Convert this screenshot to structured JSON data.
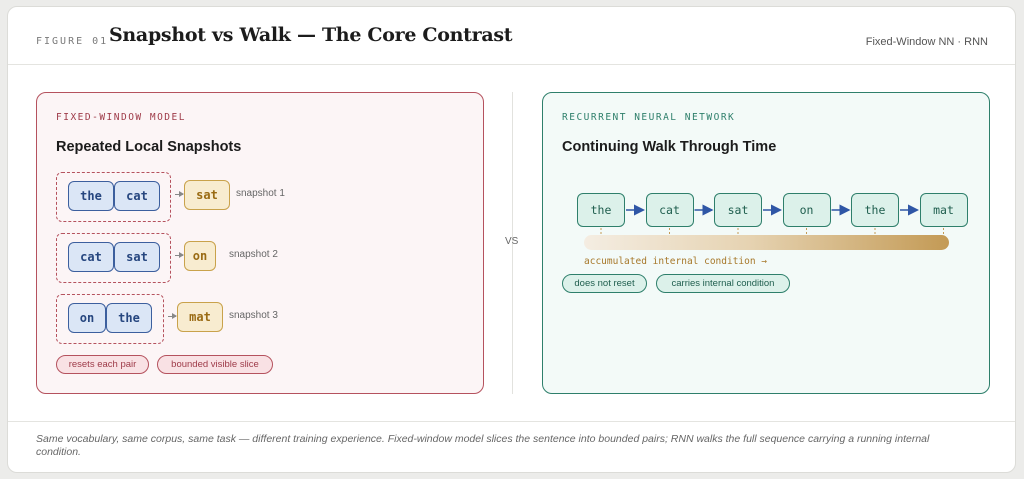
{
  "header": {
    "figure_label": "FIGURE 01",
    "title": "Snapshot vs Walk — The Core Contrast",
    "tag": "Fixed-Window NN · RNN"
  },
  "left_panel": {
    "kicker": "FIXED-WINDOW MODEL",
    "title": "Repeated Local Snapshots",
    "snapshots": [
      {
        "inputs": [
          "the",
          "cat"
        ],
        "output": "sat",
        "label": "snapshot 1"
      },
      {
        "inputs": [
          "cat",
          "sat"
        ],
        "output": "on",
        "label": "snapshot 2"
      },
      {
        "inputs": [
          "on",
          "the"
        ],
        "output": "mat",
        "label": "snapshot 3"
      }
    ],
    "pills": [
      "resets each pair",
      "bounded visible slice"
    ]
  },
  "vs_label": "VS",
  "right_panel": {
    "kicker": "RECURRENT NEURAL NETWORK",
    "title": "Continuing Walk Through Time",
    "tokens": [
      "the",
      "cat",
      "sat",
      "on",
      "the",
      "mat"
    ],
    "accum_label": "accumulated internal condition →",
    "pills": [
      "does not reset",
      "carries internal condition"
    ]
  },
  "caption": "Same vocabulary, same corpus, same task — different training experience. Fixed-window model slices the sentence into bounded pairs; RNN walks the full sequence carrying a running internal condition.",
  "colors": {
    "fixed_window": "#b5525e",
    "recurrent": "#2e7f6b",
    "input_token": "#3c5f9e",
    "output_token": "#c9a24b",
    "chain_arrow": "#2f56a6",
    "accumulation": "#c39a55"
  }
}
